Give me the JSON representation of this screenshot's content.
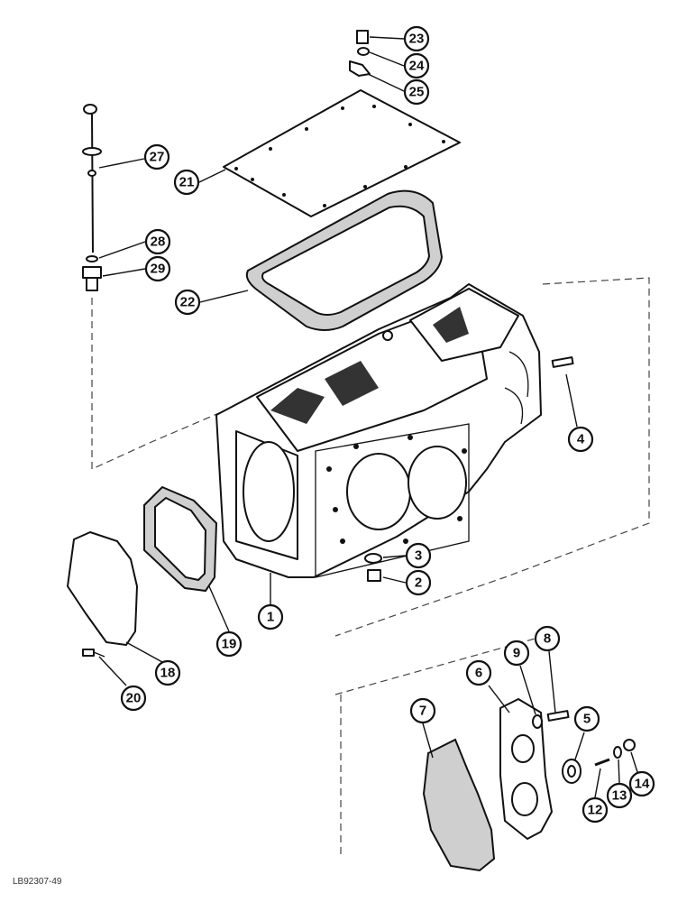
{
  "callouts": {
    "c1": "1",
    "c2": "2",
    "c3": "3",
    "c4": "4",
    "c5": "5",
    "c6": "6",
    "c7": "7",
    "c8": "8",
    "c9": "9",
    "c12": "12",
    "c13": "13",
    "c14": "14",
    "c18": "18",
    "c19": "19",
    "c20": "20",
    "c21": "21",
    "c22": "22",
    "c23": "23",
    "c24": "24",
    "c25": "25",
    "c27": "27",
    "c28": "28",
    "c29": "29"
  },
  "reference_code": "LB92307-49"
}
